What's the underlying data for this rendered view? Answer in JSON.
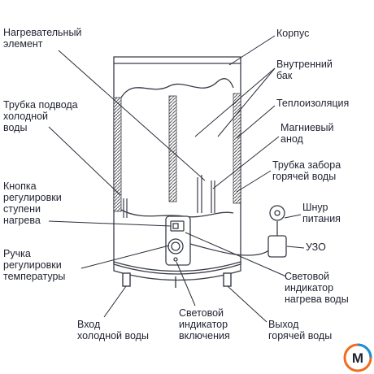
{
  "labels": {
    "heating_element": [
      "Нагревательный",
      "элемент"
    ],
    "cold_inlet_tube": [
      "Трубка подвода",
      "холодной",
      "воды"
    ],
    "heating_button": [
      "Кнопка",
      "регулировки",
      "ступени",
      "нагрева"
    ],
    "temp_knob": [
      "Ручка",
      "регулировки",
      "температуры"
    ],
    "cold_inlet": [
      "Вход",
      "холодной воды"
    ],
    "power_indicator": [
      "Световой",
      "индикатор",
      "включения"
    ],
    "hot_outlet": [
      "Выход",
      "горячей воды"
    ],
    "heating_indicator": [
      "Световой",
      "индикатор",
      "нагрева воды"
    ],
    "rcd": [
      "УЗО"
    ],
    "power_cord": [
      "Шнур",
      "питания"
    ],
    "hot_outlet_tube": [
      "Трубка забора",
      "горячей воды"
    ],
    "magnesium_anode": [
      "Магниевый",
      "анод"
    ],
    "insulation": [
      "Теплоизоляция"
    ],
    "inner_tank": [
      "Внутренний",
      "бак"
    ],
    "body": [
      "Корпус"
    ]
  },
  "logo": {
    "letter": "M",
    "colors": [
      "#f26b1d",
      "#1a8fd6"
    ]
  },
  "colors": {
    "line": "#2a2d3a",
    "stroke": "#3a3d48",
    "hatch": "#444444"
  }
}
